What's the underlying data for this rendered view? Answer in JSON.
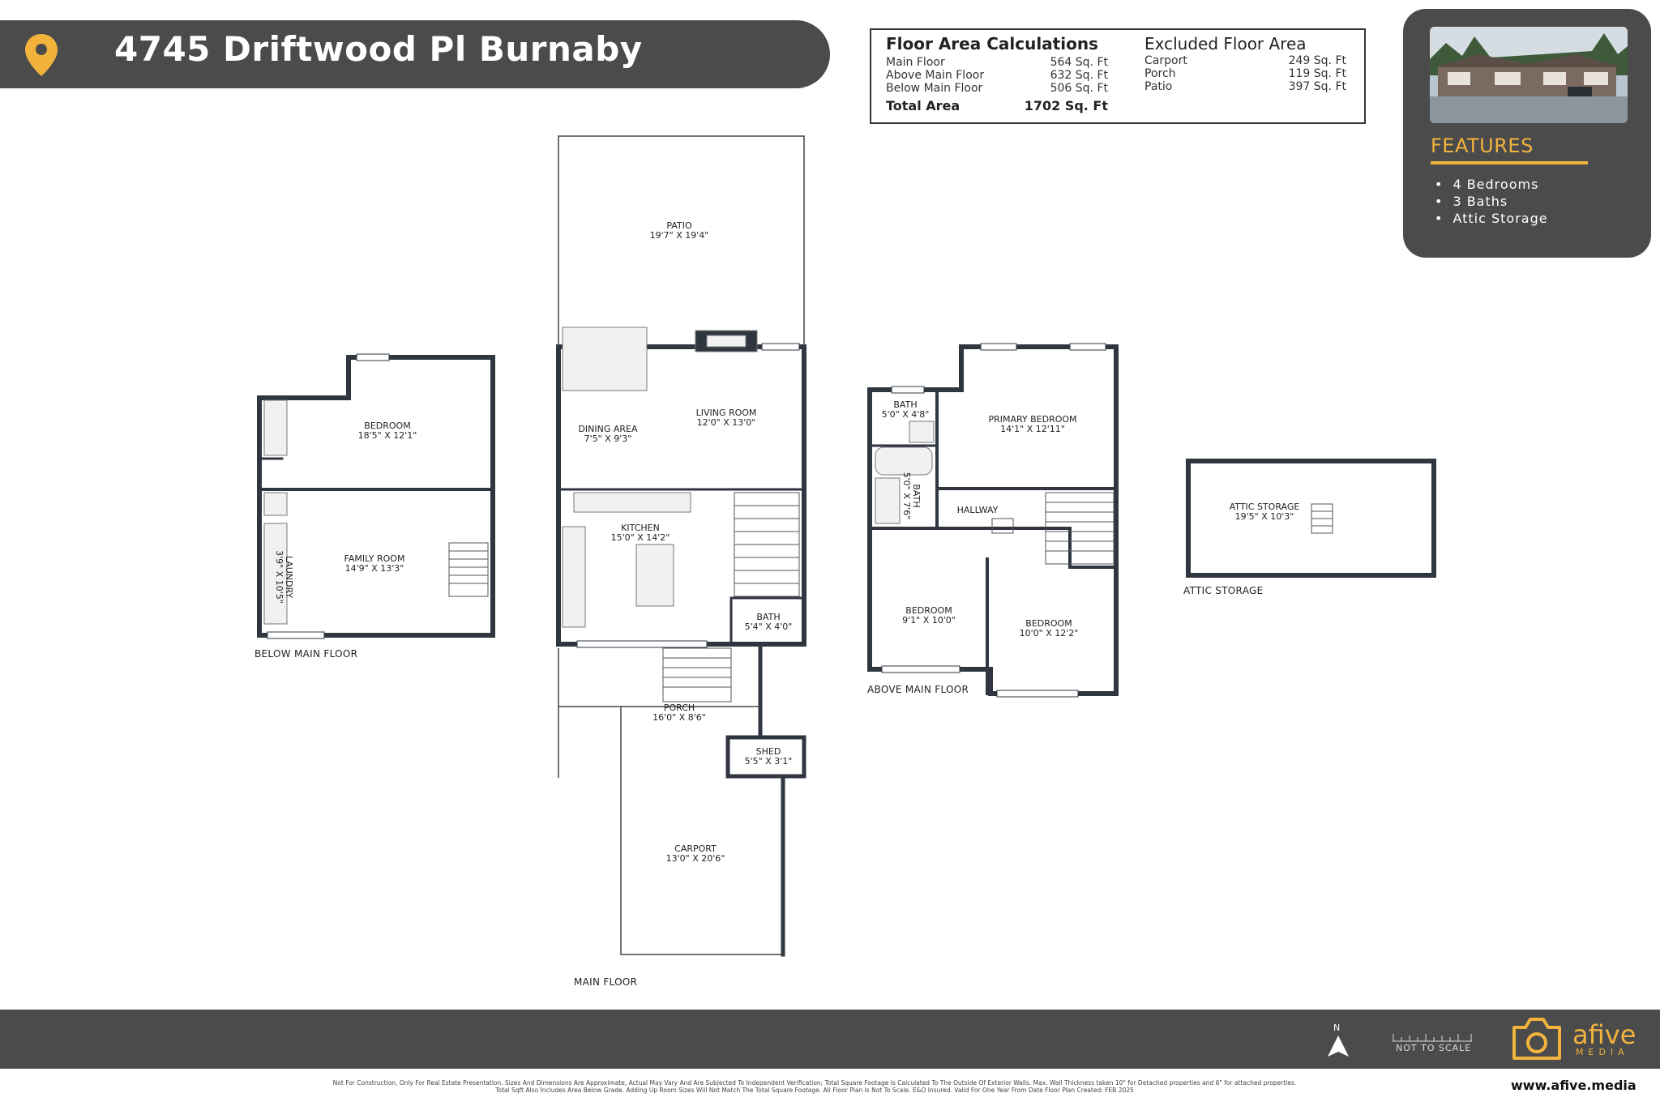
{
  "header": {
    "address": "4745 Driftwood Pl Burnaby",
    "pin_icon": "map-pin-icon",
    "accent_color": "#f2b33d",
    "bar_color": "#4b4b4b"
  },
  "floor_area": {
    "title": "Floor Area Calculations",
    "rows": [
      {
        "label": "Main Floor",
        "value": "564 Sq. Ft"
      },
      {
        "label": "Above Main Floor",
        "value": "632 Sq. Ft"
      },
      {
        "label": "Below Main Floor",
        "value": "506 Sq. Ft"
      }
    ],
    "total_label": "Total Area",
    "total_value": "1702 Sq. Ft",
    "excluded_title": "Excluded Floor Area",
    "excluded_rows": [
      {
        "label": "Carport",
        "value": "249 Sq. Ft"
      },
      {
        "label": "Porch",
        "value": "119 Sq. Ft"
      },
      {
        "label": "Patio",
        "value": "397 Sq. Ft"
      }
    ]
  },
  "features": {
    "title": "FEATURES",
    "items": [
      "4 Bedrooms",
      "3 Baths",
      "Attic Storage"
    ]
  },
  "floors": {
    "below_main": "BELOW MAIN FLOOR",
    "main": "MAIN FLOOR",
    "above_main": "ABOVE MAIN FLOOR",
    "attic": "ATTIC STORAGE"
  },
  "rooms": {
    "patio": {
      "name": "PATIO",
      "dim": "19'7\" X 19'4\""
    },
    "dining": {
      "name": "DINING AREA",
      "dim": "7'5\" X 9'3\""
    },
    "living": {
      "name": "LIVING ROOM",
      "dim": "12'0\" X 13'0\""
    },
    "kitchen": {
      "name": "KITCHEN",
      "dim": "15'0\" X 14'2\""
    },
    "main_bath": {
      "name": "BATH",
      "dim": "5'4\" X 4'0\""
    },
    "porch": {
      "name": "PORCH",
      "dim": "16'0\" X 8'6\""
    },
    "shed": {
      "name": "SHED",
      "dim": "5'5\" X 3'1\""
    },
    "carport": {
      "name": "CARPORT",
      "dim": "13'0\" X 20'6\""
    },
    "below_bedroom": {
      "name": "BEDROOM",
      "dim": "18'5\" X 12'1\""
    },
    "family": {
      "name": "FAMILY ROOM",
      "dim": "14'9\" X 13'3\""
    },
    "laundry": {
      "name": "LAUNDRY",
      "dim": "3'9\" X 10'5\""
    },
    "bath_upper": {
      "name": "BATH",
      "dim": "5'0\" X 4'8\""
    },
    "bath_ensuite": {
      "name": "BATH",
      "dim": "5'0\" X 7'6\""
    },
    "primary": {
      "name": "PRIMARY BEDROOM",
      "dim": "14'1\" X 12'11\""
    },
    "hallway": {
      "name": "HALLWAY"
    },
    "bed_a": {
      "name": "BEDROOM",
      "dim": "9'1\" X 10'0\""
    },
    "bed_b": {
      "name": "BEDROOM",
      "dim": "10'0\" X 12'2\""
    },
    "attic": {
      "name": "ATTIC STORAGE",
      "dim": "19'5\" X 10'3\""
    }
  },
  "footer": {
    "compass_label": "N",
    "scale_label": "NOT TO SCALE",
    "logo_name": "afive",
    "logo_sub": "MEDIA",
    "website": "www.afive.media",
    "disclaimer": "Not For Construction, Only For Real Estate Presentation. Sizes And Dimensions Are Approximate, Actual May Vary And Are Subjected To Independent Verification; Total Square Footage Is Calculated To The Outside Of Exterior Walls. Max. Wall Thickness taken 10\" for Detached properties and 6\" for attached properties. Total Sqft Also Includes Area Below Grade. Adding Up Room Sizes Will Not Match The Total Square Footage. All Floor Plan Is Not To Scale. E&O Insured. Valid For One Year From Date Floor Plan Created: FEB 2025"
  }
}
